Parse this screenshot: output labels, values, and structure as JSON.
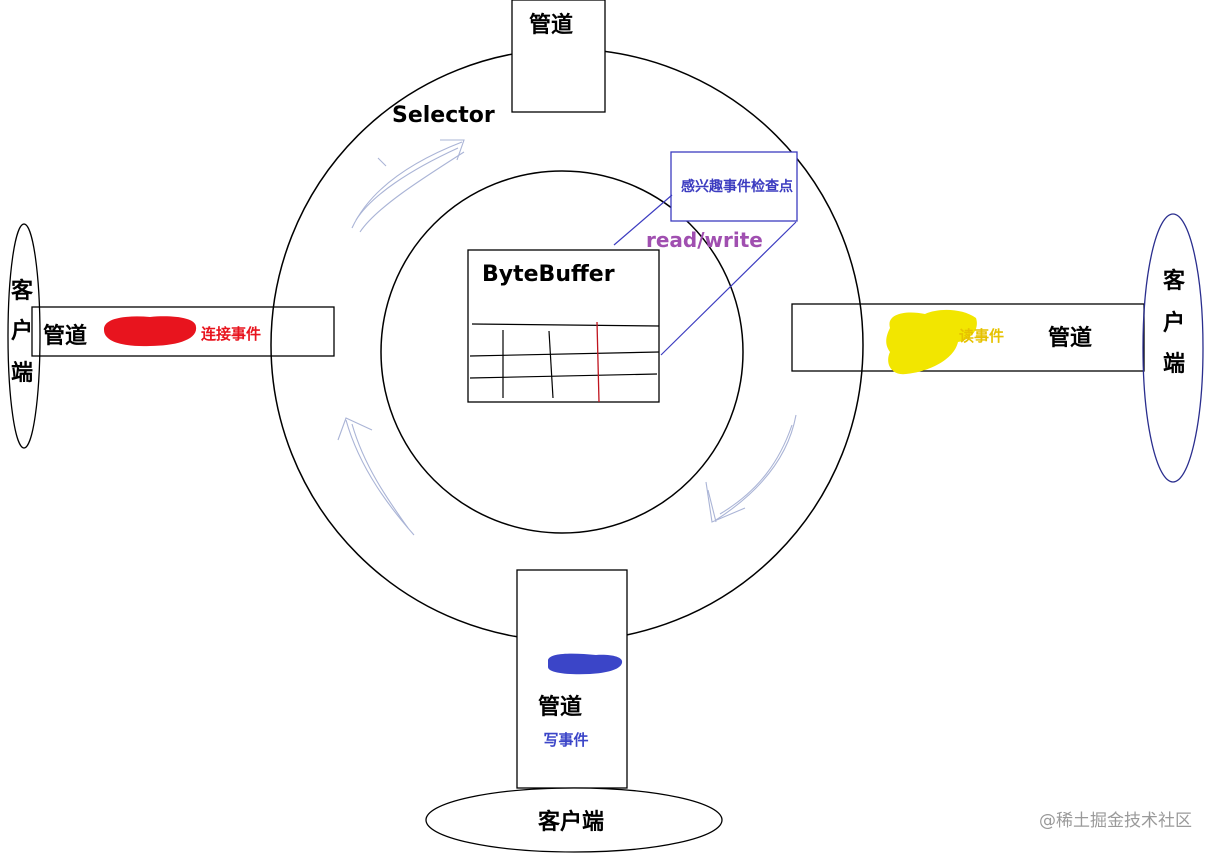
{
  "diagram": {
    "selector_label": "Selector",
    "bytebuffer_label": "ByteBuffer",
    "interest_check_label": "感兴趣事件检查点",
    "read_write_label": "read/write",
    "top_pipe_label": "管道",
    "left_pipe_label": "管道",
    "left_event_label": "连接事件",
    "left_client_label": [
      "客",
      "户",
      "端"
    ],
    "right_pipe_label": "管道",
    "right_event_label": "读事件",
    "right_client_label": [
      "客",
      "户",
      "端"
    ],
    "bottom_pipe_label": "管道",
    "bottom_event_label": "写事件",
    "bottom_client_label": "客户端",
    "watermark": "@稀土掘金技术社区"
  },
  "colors": {
    "stroke": "#000000",
    "left_event": "#e8141e",
    "right_event": "#f2e600",
    "bottom_event": "#3b45c8",
    "interest_box": "#3c3cc0",
    "read_write": "#a04fb0",
    "right_client_border": "#2a2e8e",
    "bytebuffer_red_line": "#c0141e",
    "arrow_scribble": "#aab4d6",
    "watermark": "#9a9a9a"
  }
}
